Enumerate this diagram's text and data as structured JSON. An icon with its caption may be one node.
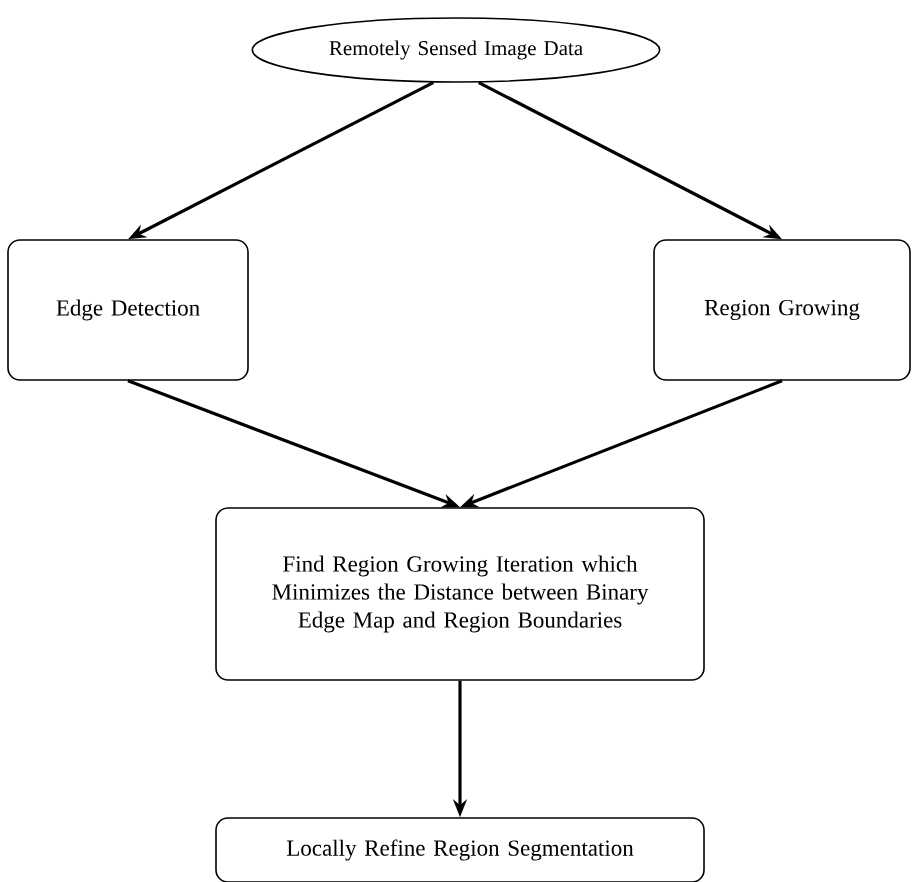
{
  "diagram": {
    "nodes": [
      {
        "text": [
          "Remotely Sensed Image Data"
        ]
      },
      {
        "text": [
          "Edge Detection"
        ]
      },
      {
        "text": [
          "Region Growing"
        ]
      },
      {
        "text": [
          "Find Region Growing Iteration which Minimizes the Distance between Binary Edge Map and Region Boundaries"
        ]
      },
      {
        "text": [
          "Locally Refine Region Segmentation"
        ]
      }
    ],
    "edges": [
      {
        "from": 0,
        "to": 1,
        "arrow": "to"
      },
      {
        "from": 0,
        "to": 2,
        "arrow": "to"
      },
      {
        "from": 1,
        "to": 3,
        "arrow": "to"
      },
      {
        "from": 2,
        "to": 3,
        "arrow": "to"
      },
      {
        "from": 3,
        "to": 4,
        "arrow": "to"
      }
    ]
  }
}
